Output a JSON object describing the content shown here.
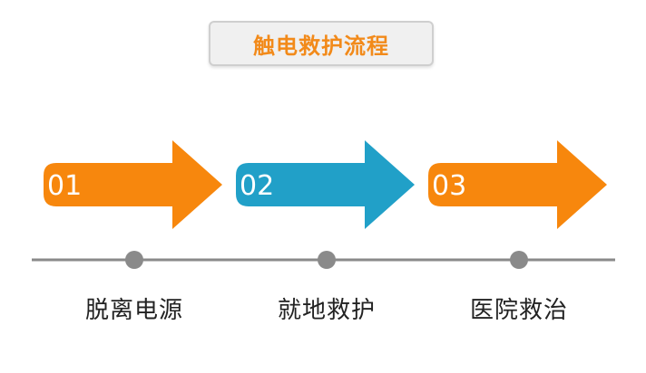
{
  "title": {
    "text": "触电救护流程",
    "color": "#f28a1a"
  },
  "steps": [
    {
      "number": "01",
      "label": "脱离电源",
      "color": "#f7870d"
    },
    {
      "number": "02",
      "label": "就地救护",
      "color": "#21a0c8"
    },
    {
      "number": "03",
      "label": "医院救治",
      "color": "#f7870d"
    }
  ],
  "timeline": {
    "line_color": "#8a8a8a",
    "dot_color": "#8a8a8a"
  }
}
